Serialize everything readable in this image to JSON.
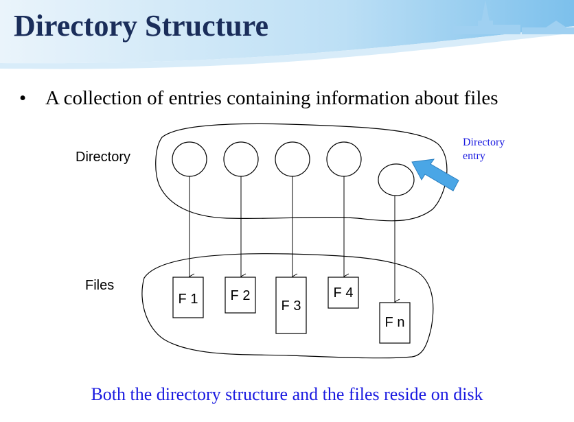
{
  "slide": {
    "title": "Directory Structure",
    "bullet": "A collection of entries containing information about files",
    "footer": "Both the directory structure and the files reside on disk"
  },
  "diagram": {
    "directory_label": "Directory",
    "files_label": "Files",
    "entry_callout_line1": "Directory",
    "entry_callout_line2": "entry",
    "files": [
      "F 1",
      "F 2",
      "F 3",
      "F 4",
      "F n"
    ]
  },
  "colors": {
    "title": "#1a2d5a",
    "footer_text": "#1a1ae0",
    "callout_text": "#1a1ae0",
    "callout_arrow": "#4aa6e6",
    "banner_light": "#cfe6f7",
    "banner_mid": "#7cc0ec"
  },
  "icons": {
    "banner_decoration": "town-skyline-icon",
    "callout_arrow": "arrow-down-left-icon"
  }
}
